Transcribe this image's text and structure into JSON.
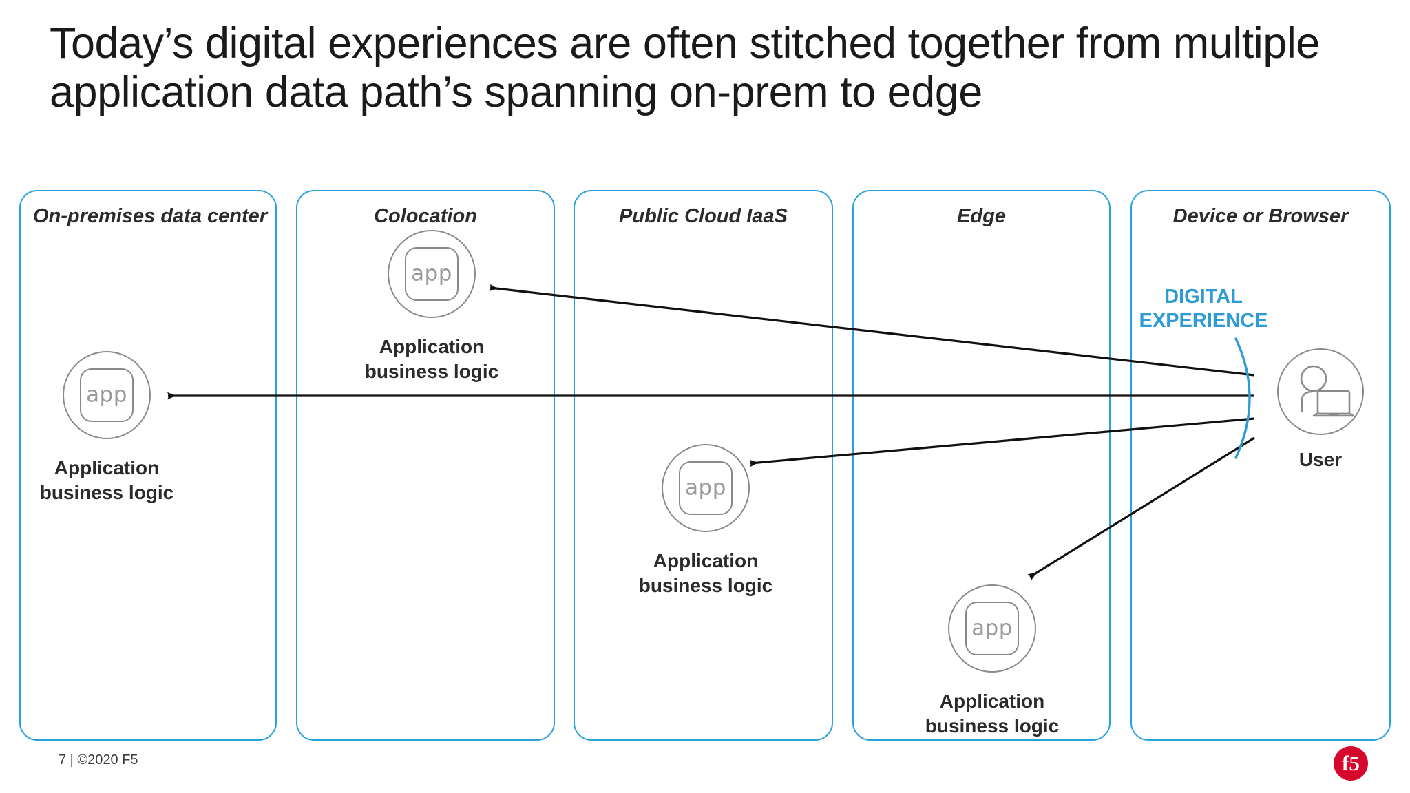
{
  "slide": {
    "title": "Today’s digital experiences are often stitched together from multiple application data path’s spanning on-prem to edge",
    "footer": "7 | ©2020 F5",
    "logo_text": "f5",
    "accent_blue": "#29A2DB",
    "label_blue": "#2E9BD6",
    "logo_red": "#D6072C",
    "icon_gray": "#8a8a8a"
  },
  "panels": [
    {
      "id": "on-premises-data-center",
      "title": "On-premises data center",
      "title_align": "left"
    },
    {
      "id": "colocation",
      "title": "Colocation",
      "title_align": "center"
    },
    {
      "id": "public-cloud-iaas",
      "title": "Public Cloud IaaS",
      "title_align": "center"
    },
    {
      "id": "edge",
      "title": "Edge",
      "title_align": "center"
    },
    {
      "id": "device-or-browser",
      "title": "Device or Browser",
      "title_align": "center"
    }
  ],
  "nodes": [
    {
      "id": "app-on-prem",
      "icon": "app-icon",
      "icon_text": "app",
      "label": "Application\nbusiness logic"
    },
    {
      "id": "app-colocation",
      "icon": "app-icon",
      "icon_text": "app",
      "label": "Application\nbusiness logic"
    },
    {
      "id": "app-public-cloud",
      "icon": "app-icon",
      "icon_text": "app",
      "label": "Application\nbusiness logic"
    },
    {
      "id": "app-edge",
      "icon": "app-icon",
      "icon_text": "app",
      "label": "Application\nbusiness logic"
    }
  ],
  "user": {
    "icon": "user-with-laptop-icon",
    "label": "User"
  },
  "digital_experience": {
    "label": "DIGITAL\nEXPERIENCE"
  }
}
